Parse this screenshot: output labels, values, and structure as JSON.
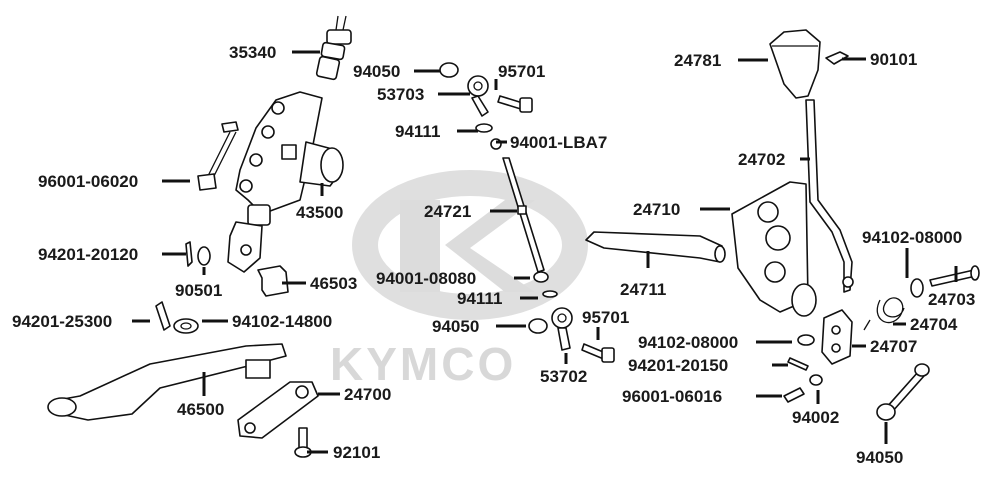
{
  "watermark": {
    "brand": "KYMCO"
  },
  "callouts": [
    {
      "id": "c1",
      "part": "35340"
    },
    {
      "id": "c2",
      "part": "94050"
    },
    {
      "id": "c3",
      "part": "95701"
    },
    {
      "id": "c4",
      "part": "53703"
    },
    {
      "id": "c5",
      "part": "94111"
    },
    {
      "id": "c6",
      "part": "94001-LBA7"
    },
    {
      "id": "c7",
      "part": "24781"
    },
    {
      "id": "c8",
      "part": "90101"
    },
    {
      "id": "c9",
      "part": "24702"
    },
    {
      "id": "c10",
      "part": "96001-06020"
    },
    {
      "id": "c11",
      "part": "43500"
    },
    {
      "id": "c12",
      "part": "24721"
    },
    {
      "id": "c13",
      "part": "24710"
    },
    {
      "id": "c14",
      "part": "94102-08000"
    },
    {
      "id": "c15",
      "part": "94201-20120"
    },
    {
      "id": "c16",
      "part": "46503"
    },
    {
      "id": "c17",
      "part": "94001-08080"
    },
    {
      "id": "c18",
      "part": "24711"
    },
    {
      "id": "c19",
      "part": "90501"
    },
    {
      "id": "c20",
      "part": "94111"
    },
    {
      "id": "c21",
      "part": "24703"
    },
    {
      "id": "c22",
      "part": "94201-25300"
    },
    {
      "id": "c23",
      "part": "94102-14800"
    },
    {
      "id": "c24",
      "part": "95701"
    },
    {
      "id": "c25",
      "part": "94050"
    },
    {
      "id": "c26",
      "part": "24704"
    },
    {
      "id": "c27",
      "part": "94102-08000"
    },
    {
      "id": "c28",
      "part": "24707"
    },
    {
      "id": "c29",
      "part": "94201-20150"
    },
    {
      "id": "c30",
      "part": "53702"
    },
    {
      "id": "c31",
      "part": "96001-06016"
    },
    {
      "id": "c32",
      "part": "24700"
    },
    {
      "id": "c33",
      "part": "46500"
    },
    {
      "id": "c34",
      "part": "94002"
    },
    {
      "id": "c35",
      "part": "92101"
    },
    {
      "id": "c36",
      "part": "94050"
    }
  ]
}
